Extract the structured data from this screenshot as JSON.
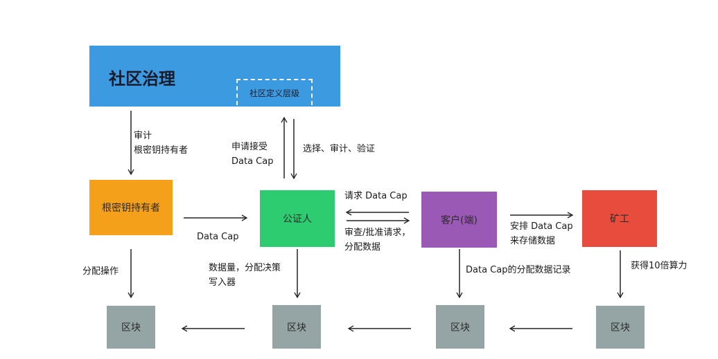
{
  "governance": {
    "title": "社区治理",
    "sublevel": "社区定义层级"
  },
  "nodes": {
    "root_key_holder": {
      "label": "根密钥持有者",
      "color": "#f5a01a"
    },
    "notary": {
      "label": "公证人",
      "color": "#2ecc71"
    },
    "client": {
      "label": "客户(端)",
      "color": "#9b59b6"
    },
    "miner": {
      "label": "矿工",
      "color": "#e74c3c"
    },
    "blocks": [
      {
        "label": "区块",
        "color": "#95a5a6"
      },
      {
        "label": "区块",
        "color": "#95a5a6"
      },
      {
        "label": "区块",
        "color": "#95a5a6"
      },
      {
        "label": "区块",
        "color": "#95a5a6"
      }
    ]
  },
  "edges": {
    "gov_to_root": {
      "line1": "审计",
      "line2": "根密钥持有者"
    },
    "notary_to_gov": {
      "line1": "申请接受",
      "line2": "Data Cap"
    },
    "gov_to_notary": {
      "label": "选择、审计、验证"
    },
    "root_to_notary": {
      "label": "Data Cap"
    },
    "client_to_notary": {
      "label": "请求 Data Cap"
    },
    "notary_to_client": {
      "line1": "审查/批准请求，",
      "line2": "分配数据"
    },
    "client_to_miner": {
      "line1": "安排 Data Cap",
      "line2": "来存储数据"
    },
    "root_to_block": {
      "label": "分配操作"
    },
    "notary_to_block": {
      "line1": "数据量，分配决策",
      "line2": "写入器"
    },
    "client_to_block": {
      "label": "Data Cap的分配数据记录"
    },
    "miner_to_block": {
      "label": "获得10倍算力"
    }
  }
}
